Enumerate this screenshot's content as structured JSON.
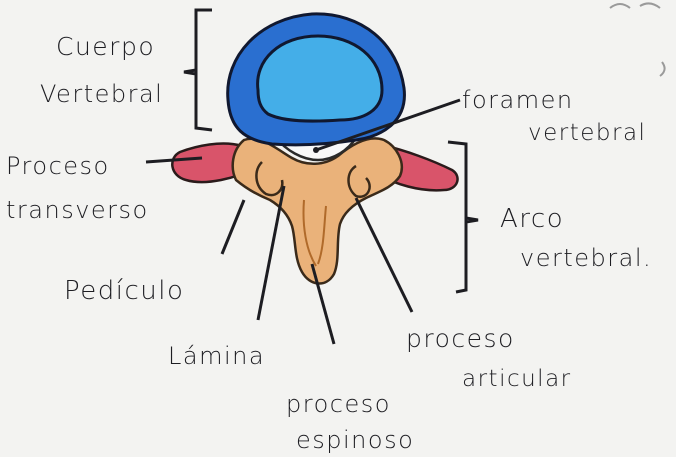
{
  "labels": {
    "cuerpo": "Cuerpo",
    "cuerpo_2": "Vertebral",
    "foramen": "foramen",
    "foramen_2": "vertebral",
    "proceso_transverso": "Proceso",
    "proceso_transverso_2": "transverso",
    "arco": "Arco",
    "arco_2": "vertebral.",
    "pediculo": "Pedículo",
    "proceso_articular": "proceso",
    "proceso_articular_2": "articular",
    "lamina": "Lámina",
    "proceso_espinoso": "proceso",
    "proceso_espinoso_2": "espinoso"
  },
  "colors": {
    "body_blue": "#2a6fd0",
    "body_inner": "#44aee8",
    "arch_orange": "#eab27a",
    "transverse_red": "#d9546a",
    "ink": "#1d1d22"
  }
}
